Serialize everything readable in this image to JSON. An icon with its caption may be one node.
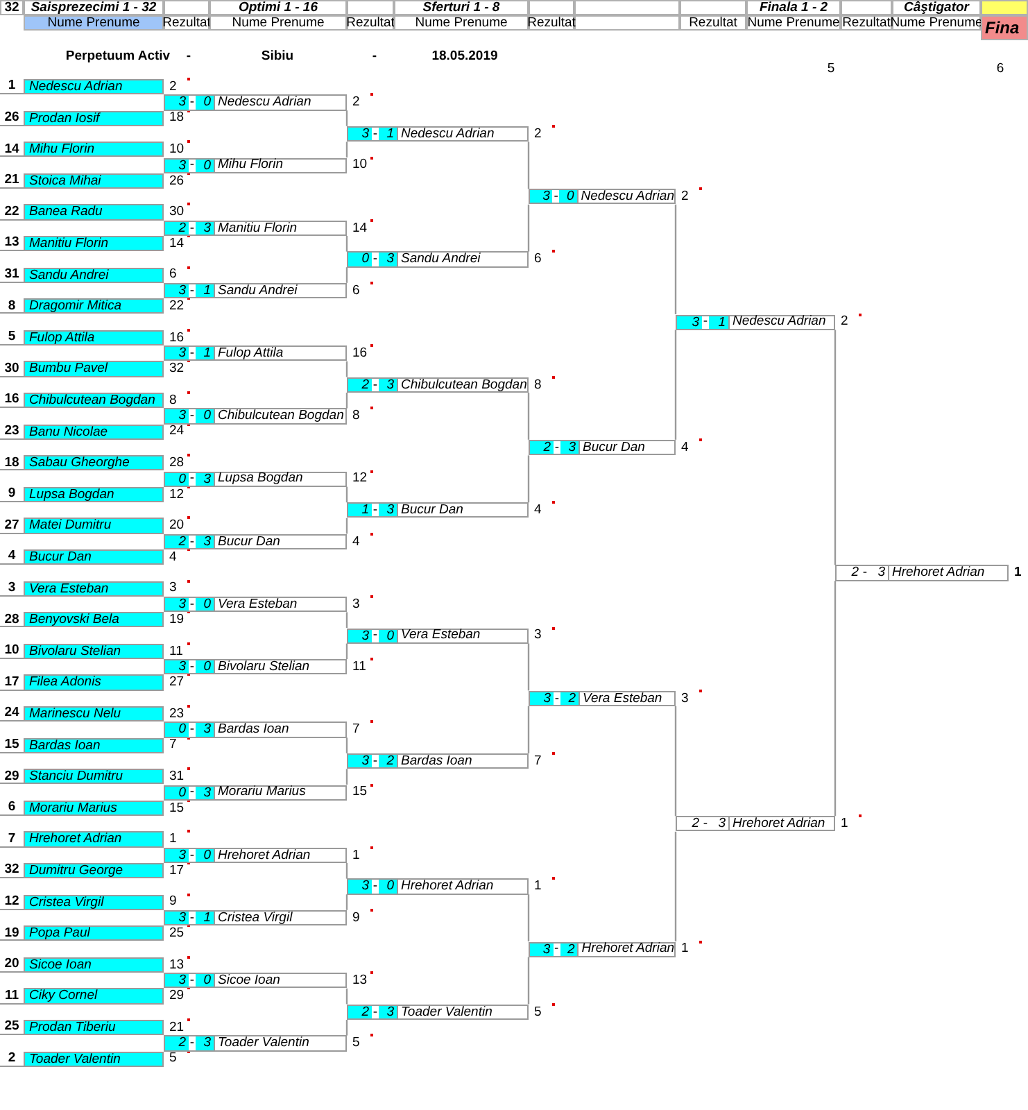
{
  "diagram": {
    "nodes": [
      {
        "text": [
          "Nedescu Adrian"
        ],
        "beside": [
          "1",
          "2"
        ]
      },
      {
        "text": [
          "Prodan Iosif"
        ],
        "beside": [
          "26",
          "18"
        ]
      },
      {
        "text": [
          "Mihu Florin"
        ],
        "beside": [
          "14",
          "10"
        ]
      },
      {
        "text": [
          "Stoica Mihai"
        ],
        "beside": [
          "21",
          "26"
        ]
      },
      {
        "text": [
          "Banea Radu"
        ],
        "beside": [
          "22",
          "30"
        ]
      },
      {
        "text": [
          "Manitiu Florin"
        ],
        "beside": [
          "13",
          "14"
        ]
      },
      {
        "text": [
          "Sandu Andrei"
        ],
        "beside": [
          "31",
          "6"
        ]
      },
      {
        "text": [
          "Dragomir Mitica"
        ],
        "beside": [
          "8",
          "22"
        ]
      },
      {
        "text": [
          "Fulop Attila"
        ],
        "beside": [
          "5",
          "16"
        ]
      },
      {
        "text": [
          "Bumbu Pavel"
        ],
        "beside": [
          "30",
          "32"
        ]
      },
      {
        "text": [
          "Chibulcutean Bogdan"
        ],
        "beside": [
          "16",
          "8"
        ]
      },
      {
        "text": [
          "Banu Nicolae"
        ],
        "beside": [
          "23",
          "24"
        ]
      },
      {
        "text": [
          "Sabau Gheorghe"
        ],
        "beside": [
          "18",
          "28"
        ]
      },
      {
        "text": [
          "Lupsa Bogdan"
        ],
        "beside": [
          "9",
          "12"
        ]
      },
      {
        "text": [
          "Matei Dumitru"
        ],
        "beside": [
          "27",
          "20"
        ]
      },
      {
        "text": [
          "Bucur Dan"
        ],
        "beside": [
          "4",
          "4"
        ]
      },
      {
        "text": [
          "Vera Esteban"
        ],
        "beside": [
          "3",
          "3"
        ]
      },
      {
        "text": [
          "Benyovski Bela"
        ],
        "beside": [
          "28",
          "19"
        ]
      },
      {
        "text": [
          "Bivolaru Stelian"
        ],
        "beside": [
          "10",
          "11"
        ]
      },
      {
        "text": [
          "Filea Adonis"
        ],
        "beside": [
          "17",
          "27"
        ]
      },
      {
        "text": [
          "Marinescu Nelu"
        ],
        "beside": [
          "24",
          "23"
        ]
      },
      {
        "text": [
          "Bardas Ioan"
        ],
        "beside": [
          "15",
          "7"
        ]
      },
      {
        "text": [
          "Stanciu Dumitru"
        ],
        "beside": [
          "29",
          "31"
        ]
      },
      {
        "text": [
          "Morariu Marius"
        ],
        "beside": [
          "6",
          "15"
        ]
      },
      {
        "text": [
          "Hrehoret Adrian"
        ],
        "beside": [
          "7",
          "1"
        ]
      },
      {
        "text": [
          "Dumitru George"
        ],
        "beside": [
          "32",
          "17"
        ]
      },
      {
        "text": [
          "Cristea Virgil"
        ],
        "beside": [
          "12",
          "9"
        ]
      },
      {
        "text": [
          "Popa Paul"
        ],
        "beside": [
          "19",
          "25"
        ]
      },
      {
        "text": [
          "Sicoe Ioan"
        ],
        "beside": [
          "20",
          "13"
        ]
      },
      {
        "text": [
          "Ciky Cornel"
        ],
        "beside": [
          "11",
          "29"
        ]
      },
      {
        "text": [
          "Prodan Tiberiu"
        ],
        "beside": [
          "25",
          "21"
        ]
      },
      {
        "text": [
          "Toader Valentin"
        ],
        "beside": [
          "2",
          "5"
        ]
      },
      {
        "text": [
          "3",
          "-",
          "0",
          "Nedescu Adrian"
        ],
        "beside": [
          "2"
        ]
      },
      {
        "text": [
          "3",
          "-",
          "0",
          "Mihu Florin"
        ],
        "beside": [
          "10"
        ]
      },
      {
        "text": [
          "2",
          "-",
          "3",
          "Manitiu Florin"
        ],
        "beside": [
          "14"
        ]
      },
      {
        "text": [
          "3",
          "-",
          "1",
          "Sandu Andrei"
        ],
        "beside": [
          "6"
        ]
      },
      {
        "text": [
          "3",
          "-",
          "1",
          "Fulop Attila"
        ],
        "beside": [
          "16"
        ]
      },
      {
        "text": [
          "3",
          "-",
          "0",
          "Chibulcutean Bogdan"
        ],
        "beside": [
          "8"
        ]
      },
      {
        "text": [
          "0",
          "-",
          "3",
          "Lupsa Bogdan"
        ],
        "beside": [
          "12"
        ]
      },
      {
        "text": [
          "2",
          "-",
          "3",
          "Bucur Dan"
        ],
        "beside": [
          "4"
        ]
      },
      {
        "text": [
          "3",
          "-",
          "0",
          "Vera Esteban"
        ],
        "beside": [
          "3"
        ]
      },
      {
        "text": [
          "3",
          "-",
          "0",
          "Bivolaru Stelian"
        ],
        "beside": [
          "11"
        ]
      },
      {
        "text": [
          "0",
          "-",
          "3",
          "Bardas Ioan"
        ],
        "beside": [
          "7"
        ]
      },
      {
        "text": [
          "0",
          "-",
          "3",
          "Morariu Marius"
        ],
        "beside": [
          "15"
        ]
      },
      {
        "text": [
          "3",
          "-",
          "0",
          "Hrehoret Adrian"
        ],
        "beside": [
          "1"
        ]
      },
      {
        "text": [
          "3",
          "-",
          "1",
          "Cristea Virgil"
        ],
        "beside": [
          "9"
        ]
      },
      {
        "text": [
          "3",
          "-",
          "0",
          "Sicoe Ioan"
        ],
        "beside": [
          "13"
        ]
      },
      {
        "text": [
          "2",
          "-",
          "3",
          "Toader Valentin"
        ],
        "beside": [
          "5"
        ]
      },
      {
        "text": [
          "3",
          "-",
          "1",
          "Nedescu Adrian"
        ],
        "beside": [
          "2"
        ]
      },
      {
        "text": [
          "0",
          "-",
          "3",
          "Sandu Andrei"
        ],
        "beside": [
          "6"
        ]
      },
      {
        "text": [
          "2",
          "-",
          "3",
          "Chibulcutean Bogdan"
        ],
        "beside": [
          "8"
        ]
      },
      {
        "text": [
          "1",
          "-",
          "3",
          "Bucur Dan"
        ],
        "beside": [
          "4"
        ]
      },
      {
        "text": [
          "3",
          "-",
          "0",
          "Vera Esteban"
        ],
        "beside": [
          "3"
        ]
      },
      {
        "text": [
          "3",
          "-",
          "2",
          "Bardas Ioan"
        ],
        "beside": [
          "7"
        ]
      },
      {
        "text": [
          "3",
          "-",
          "0",
          "Hrehoret Adrian"
        ],
        "beside": [
          "1"
        ]
      },
      {
        "text": [
          "2",
          "-",
          "3",
          "Toader Valentin"
        ],
        "beside": [
          "5"
        ]
      },
      {
        "text": [
          "3",
          "-",
          "0",
          "Nedescu Adrian"
        ],
        "beside": [
          "2"
        ]
      },
      {
        "text": [
          "2",
          "-",
          "3",
          "Bucur Dan"
        ],
        "beside": [
          "4"
        ]
      },
      {
        "text": [
          "3",
          "-",
          "2",
          "Vera Esteban"
        ],
        "beside": [
          "3"
        ]
      },
      {
        "text": [
          "3",
          "-",
          "2",
          "Hrehoret Adrian"
        ],
        "beside": [
          "1"
        ]
      },
      {
        "text": [
          "3",
          "-",
          "1",
          "Nedescu Adrian"
        ],
        "beside": [
          "2"
        ]
      },
      {
        "text": [
          "2",
          "-",
          "3",
          "Hrehoret Adrian"
        ],
        "beside": [
          "1"
        ]
      },
      {
        "text": [
          "2",
          "-",
          "3",
          "Hrehoret Adrian"
        ],
        "beside": [
          "1"
        ]
      }
    ],
    "edges": [
      {
        "from": 32,
        "to": 48,
        "arrow": "none"
      },
      {
        "from": 33,
        "to": 48,
        "arrow": "none"
      },
      {
        "from": 34,
        "to": 49,
        "arrow": "none"
      },
      {
        "from": 35,
        "to": 49,
        "arrow": "none"
      },
      {
        "from": 36,
        "to": 50,
        "arrow": "none"
      },
      {
        "from": 37,
        "to": 50,
        "arrow": "none"
      },
      {
        "from": 38,
        "to": 51,
        "arrow": "none"
      },
      {
        "from": 39,
        "to": 51,
        "arrow": "none"
      },
      {
        "from": 40,
        "to": 52,
        "arrow": "none"
      },
      {
        "from": 41,
        "to": 52,
        "arrow": "none"
      },
      {
        "from": 42,
        "to": 53,
        "arrow": "none"
      },
      {
        "from": 43,
        "to": 53,
        "arrow": "none"
      },
      {
        "from": 44,
        "to": 54,
        "arrow": "none"
      },
      {
        "from": 45,
        "to": 54,
        "arrow": "none"
      },
      {
        "from": 46,
        "to": 55,
        "arrow": "none"
      },
      {
        "from": 47,
        "to": 55,
        "arrow": "none"
      },
      {
        "from": 48,
        "to": 56,
        "arrow": "none"
      },
      {
        "from": 49,
        "to": 56,
        "arrow": "none"
      },
      {
        "from": 50,
        "to": 57,
        "arrow": "none"
      },
      {
        "from": 51,
        "to": 57,
        "arrow": "none"
      },
      {
        "from": 52,
        "to": 58,
        "arrow": "none"
      },
      {
        "from": 53,
        "to": 58,
        "arrow": "none"
      },
      {
        "from": 54,
        "to": 59,
        "arrow": "none"
      },
      {
        "from": 55,
        "to": 59,
        "arrow": "none"
      },
      {
        "from": 56,
        "to": 60,
        "arrow": "none"
      },
      {
        "from": 57,
        "to": 60,
        "arrow": "none"
      },
      {
        "from": 58,
        "to": 61,
        "arrow": "none"
      },
      {
        "from": 59,
        "to": 61,
        "arrow": "none"
      },
      {
        "from": 60,
        "to": 62,
        "arrow": "none"
      },
      {
        "from": 61,
        "to": 62,
        "arrow": "none"
      }
    ],
    "labels": [
      "32",
      "Saisprezecimi 1 - 32",
      "Optimi 1 - 16",
      "Sferturi 1 - 8",
      "Finala 1 - 2",
      "Câştigator",
      "Nume Prenume",
      "Rezultat",
      "Nume Prenume",
      "Rezultat",
      "Nume Prenume",
      "Rezultat",
      "Rezultat",
      "Nume Prenume",
      "Rezultat",
      "Nume Prenume",
      "Fina",
      "Perpetuum Activ",
      "-",
      "Sibiu",
      "-",
      "18.05.2019",
      "5",
      "6"
    ]
  }
}
